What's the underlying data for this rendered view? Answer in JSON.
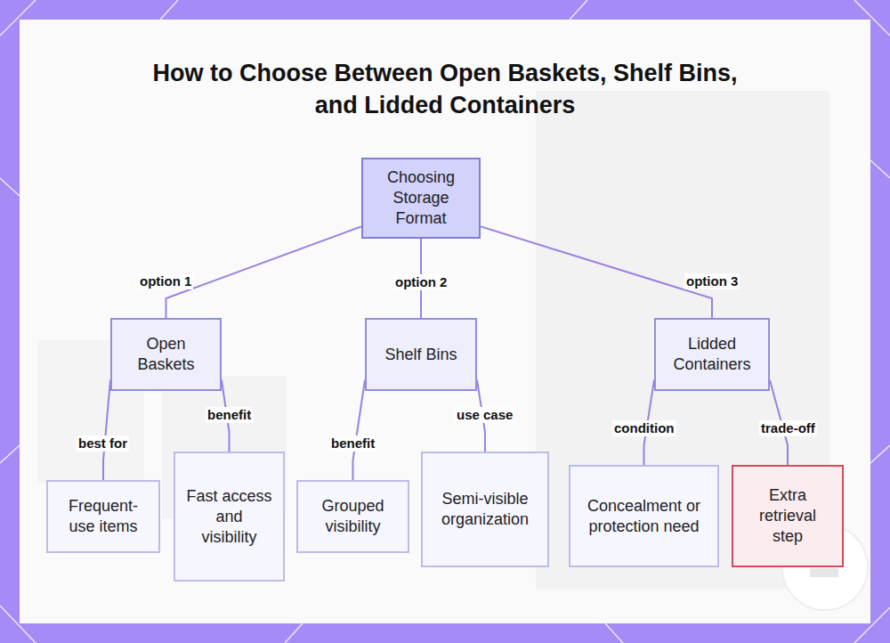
{
  "diagram": {
    "title": "How to Choose Between Open Baskets, Shelf Bins, and Lidded Containers",
    "nodes": [
      {
        "text": [
          "Choosing Storage Format"
        ]
      },
      {
        "text": [
          "Open Baskets"
        ]
      },
      {
        "text": [
          "Shelf Bins"
        ]
      },
      {
        "text": [
          "Lidded Containers"
        ]
      },
      {
        "text": [
          "Frequent-use items"
        ]
      },
      {
        "text": [
          "Fast access and visibility"
        ]
      },
      {
        "text": [
          "Grouped visibility"
        ]
      },
      {
        "text": [
          "Semi-visible organization"
        ]
      },
      {
        "text": [
          "Concealment or protection need"
        ]
      },
      {
        "text": [
          "Extra retrieval step"
        ]
      }
    ],
    "edges": [
      {
        "from": 0,
        "to": 1,
        "label": "option 1",
        "arrow": "none"
      },
      {
        "from": 0,
        "to": 2,
        "label": "option 2",
        "arrow": "none"
      },
      {
        "from": 0,
        "to": 3,
        "label": "option 3",
        "arrow": "none"
      },
      {
        "from": 1,
        "to": 4,
        "label": "best for",
        "arrow": "none"
      },
      {
        "from": 1,
        "to": 5,
        "label": "benefit",
        "arrow": "none"
      },
      {
        "from": 2,
        "to": 6,
        "label": "benefit",
        "arrow": "none"
      },
      {
        "from": 2,
        "to": 7,
        "label": "use case",
        "arrow": "none"
      },
      {
        "from": 3,
        "to": 8,
        "label": "condition",
        "arrow": "none"
      },
      {
        "from": 3,
        "to": 9,
        "label": "trade-off",
        "arrow": "none"
      }
    ]
  }
}
